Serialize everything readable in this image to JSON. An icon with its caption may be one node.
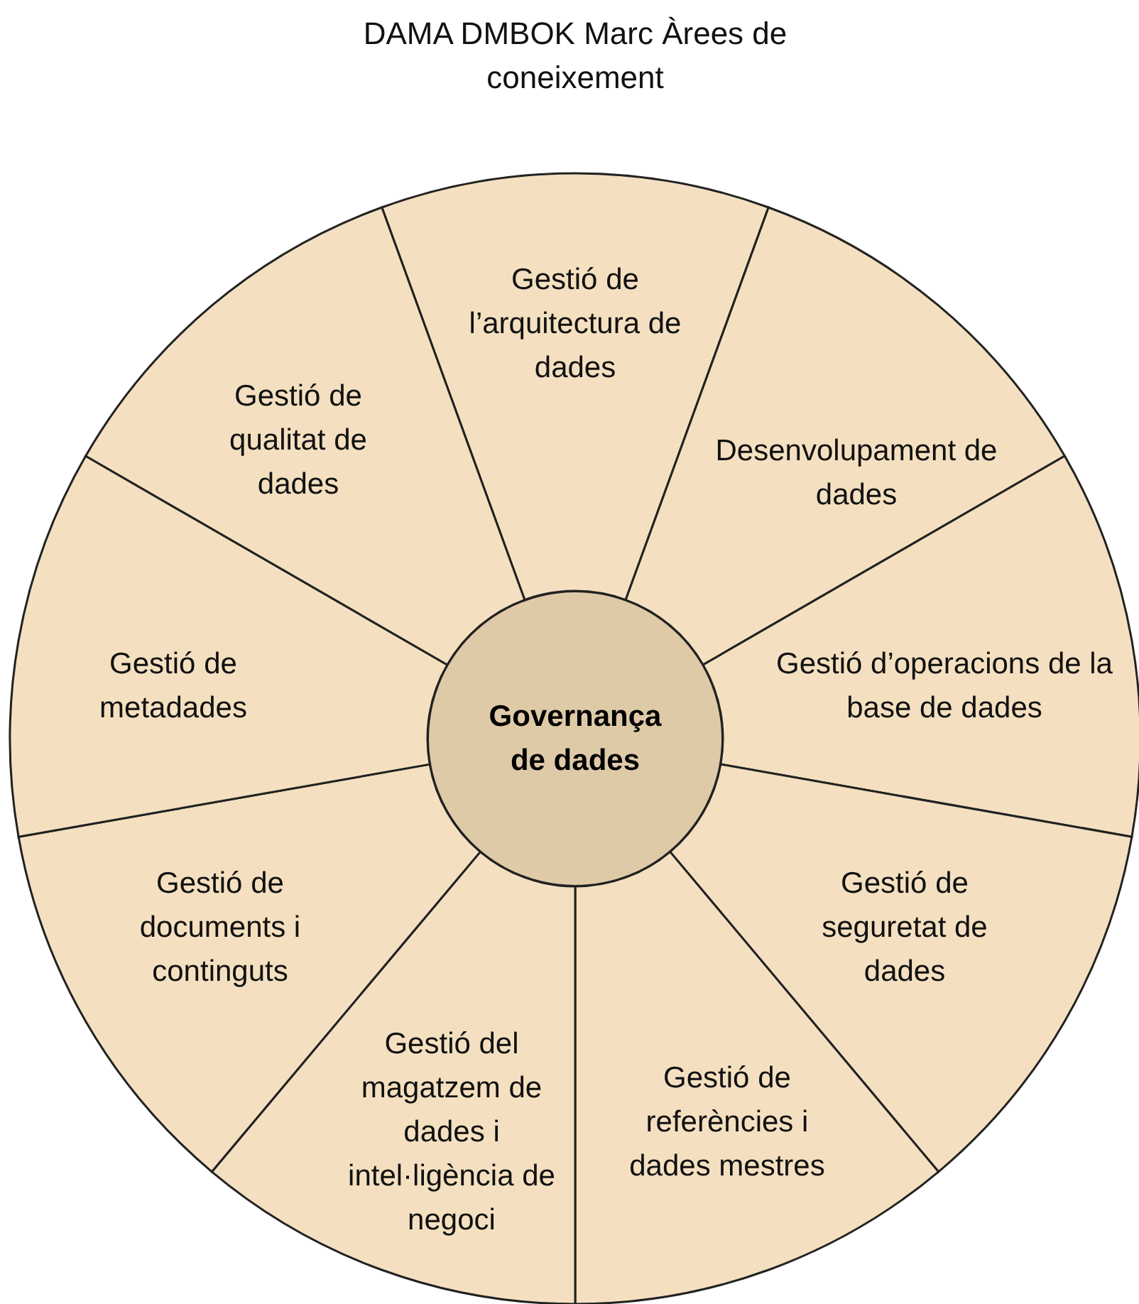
{
  "diagram": {
    "title": "DAMA DMBOK Marc Àrees de coneixement",
    "nodes": [
      {
        "text": [
          "Gestió de l’arquitectura de dades"
        ]
      },
      {
        "text": [
          "Desenvolupament de dades"
        ]
      },
      {
        "text": [
          "Gestió d’operacions de la base de dades"
        ]
      },
      {
        "text": [
          "Gestió de seguretat de dades"
        ]
      },
      {
        "text": [
          "Gestió de referències i dades mestres"
        ]
      },
      {
        "text": [
          "Gestió del magatzem de dades i intel·ligència de negoci"
        ]
      },
      {
        "text": [
          "Gestió de documents i continguts"
        ]
      },
      {
        "text": [
          "Gestió de metadades"
        ]
      },
      {
        "text": [
          "Gestió de qualitat de dades"
        ]
      },
      {
        "text": [
          "Governança de dades"
        ]
      }
    ],
    "edges": []
  }
}
